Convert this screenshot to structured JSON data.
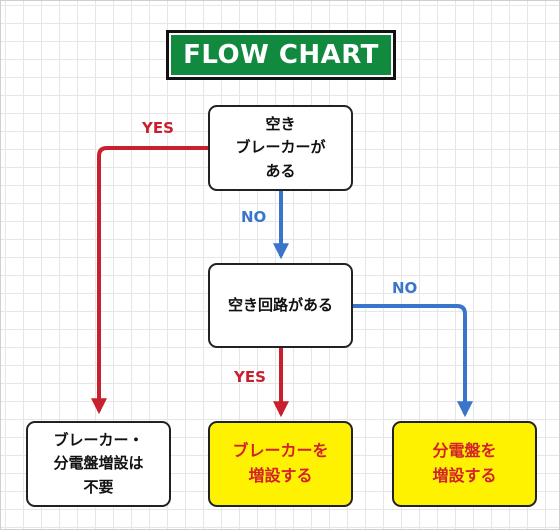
{
  "title": "FLOW CHART",
  "nodes": {
    "q1": "空き\nブレーカーが\nある",
    "q2": "空き回路がある",
    "r1": "ブレーカー・\n分電盤増設は\n不要",
    "r2": "ブレーカーを\n増設する",
    "r3": "分電盤を\n増設する"
  },
  "edges": {
    "q1_yes": "YES",
    "q1_no": "NO",
    "q2_yes": "YES",
    "q2_no": "NO"
  },
  "colors": {
    "yes": "#c8202f",
    "no": "#3a75cc",
    "title_bg": "#118a3f",
    "highlight": "#fff200"
  }
}
